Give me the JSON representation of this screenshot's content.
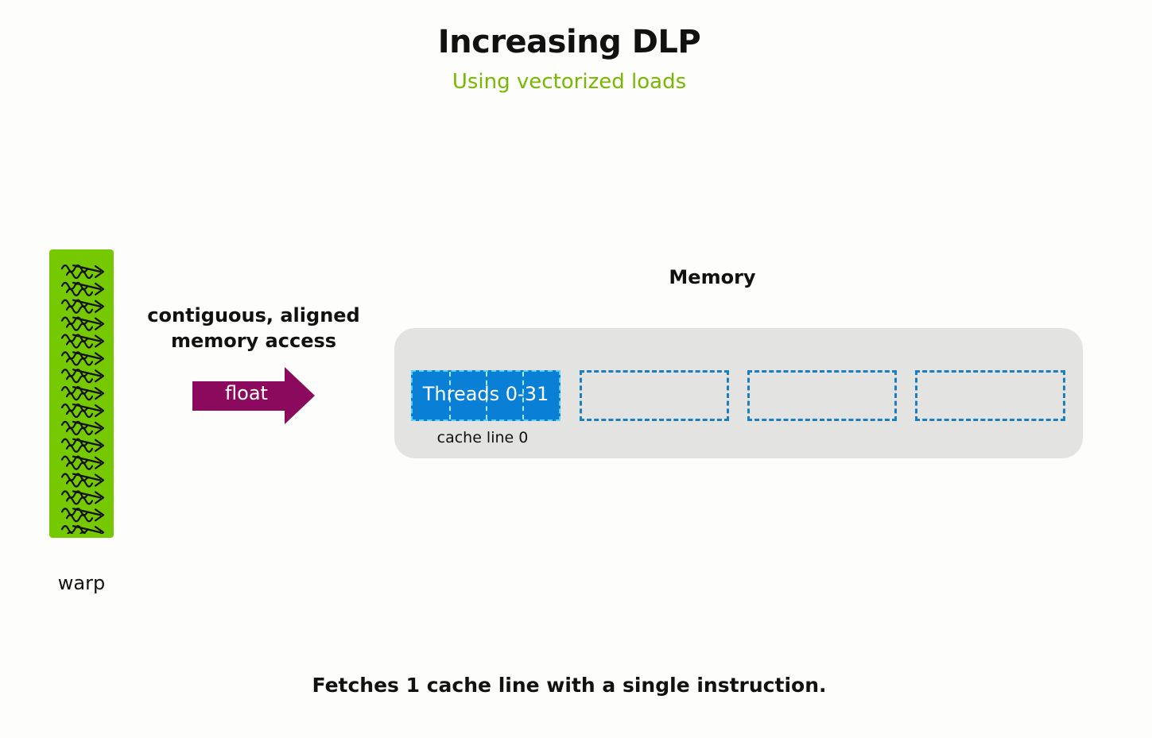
{
  "header": {
    "title": "Increasing DLP",
    "subtitle": "Using vectorized loads"
  },
  "warp": {
    "label": "warp",
    "thread_count": 16,
    "color": "#76c900"
  },
  "access": {
    "description": "contiguous, aligned memory access",
    "data_type": "float",
    "arrow_color": "#8b0a5e"
  },
  "memory": {
    "title": "Memory",
    "cache_lines": [
      {
        "text": "Threads 0-31",
        "filled": true
      },
      {
        "text": "",
        "filled": false
      },
      {
        "text": "",
        "filled": false
      },
      {
        "text": "",
        "filled": false
      }
    ],
    "first_line_label": "cache line 0",
    "fill_color": "#0a7fd6",
    "outline_color": "#1a7ec0"
  },
  "footer": {
    "caption": "Fetches 1 cache line with a single instruction."
  }
}
